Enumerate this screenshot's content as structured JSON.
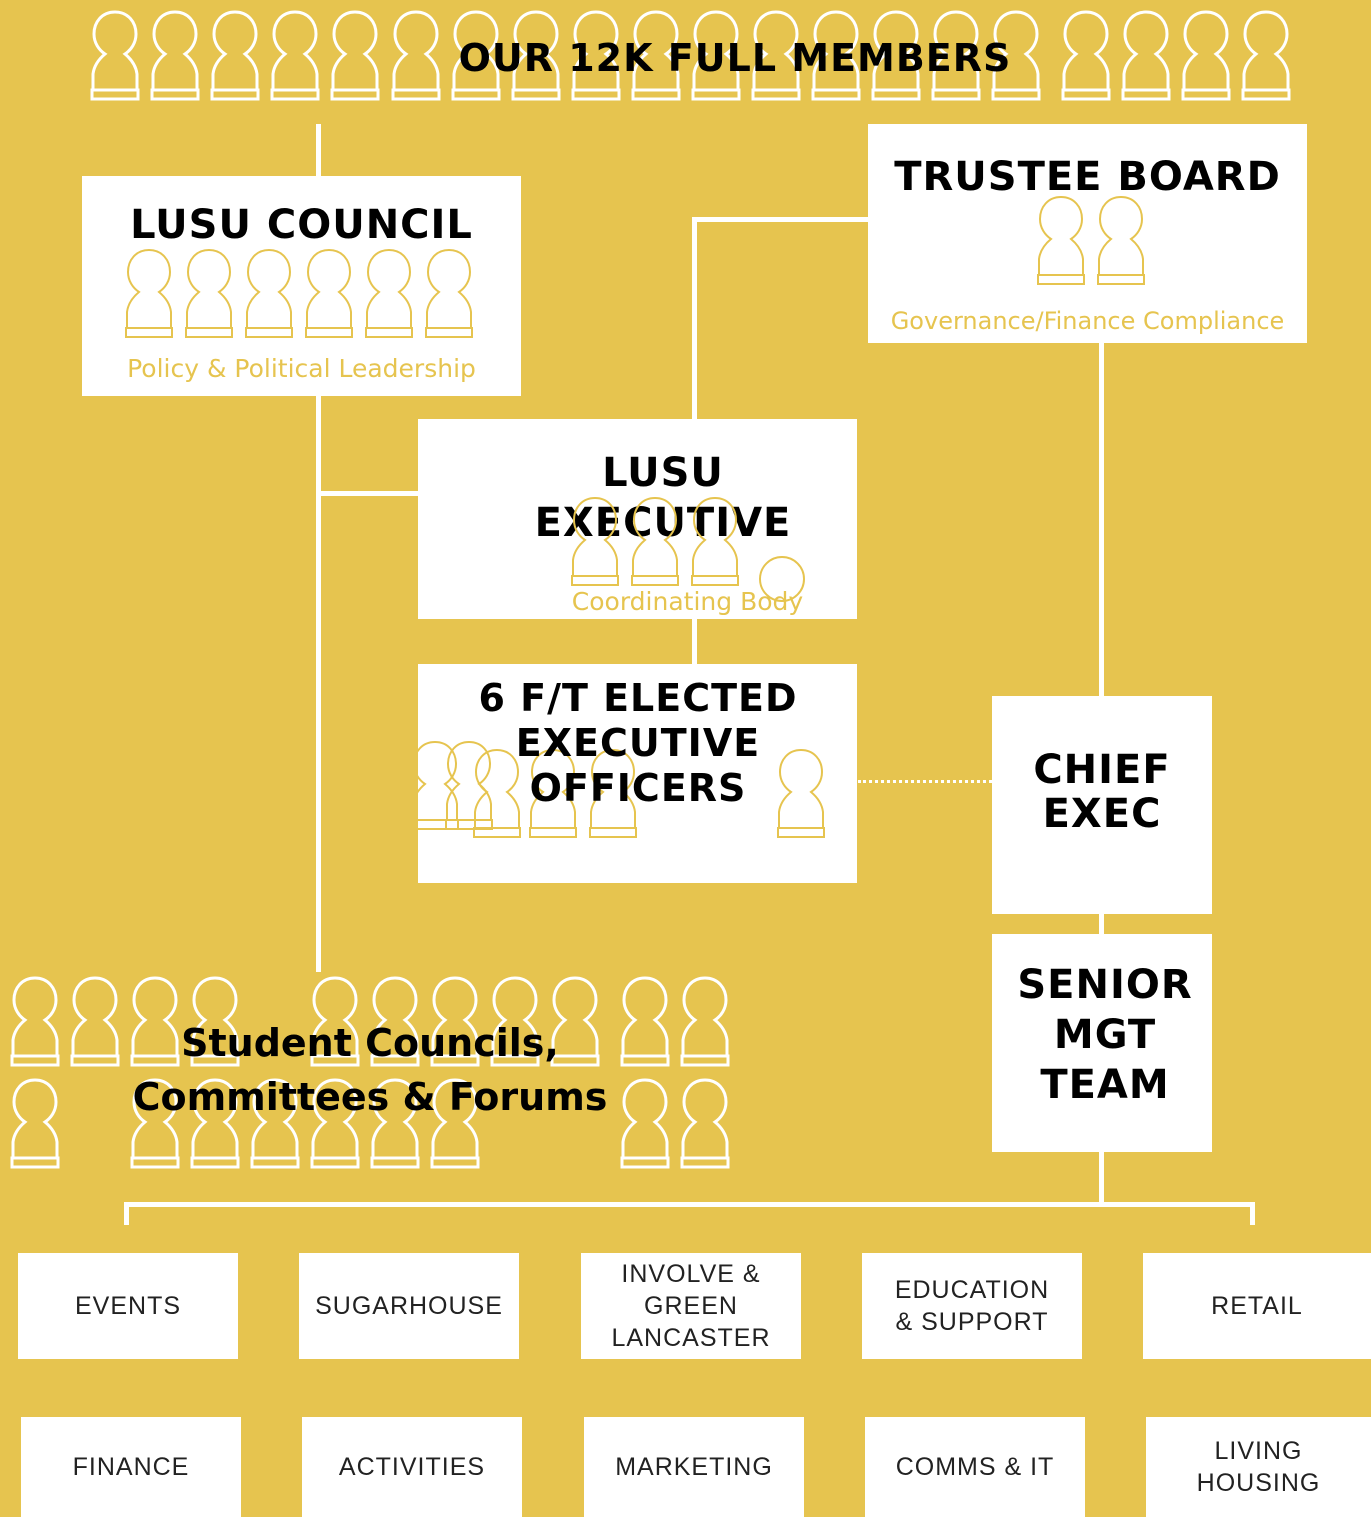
{
  "colors": {
    "background": "#E6C44F",
    "box": "#ffffff",
    "figure_outline": "#E6C44F",
    "figure_outline_top_row": "#ffffff"
  },
  "members": {
    "title": "OUR 12K FULL MEMBERS",
    "icon": "person-icon"
  },
  "council": {
    "title": "LUSU COUNCIL",
    "subtitle": "Policy & Political Leadership"
  },
  "trustee": {
    "title": "TRUSTEE BOARD",
    "subtitle": "Governance/Finance Compliance"
  },
  "executive": {
    "title": "LUSU EXECUTIVE",
    "subtitle": "Coordinating Body"
  },
  "officers": {
    "title": "6 F/T ELECTED EXECUTIVE OFFICERS"
  },
  "chief": {
    "title": "CHIEF EXEC"
  },
  "senior": {
    "title": "SENIOR MGT TEAM"
  },
  "students": {
    "title_line1": "Student Councils,",
    "title_line2": "Committees & Forums"
  },
  "departments_row1": [
    {
      "label": "EVENTS"
    },
    {
      "label": "SUGARHOUSE"
    },
    {
      "label": "INVOLVE &\nGREEN\nLANCASTER"
    },
    {
      "label": "EDUCATION\n& SUPPORT"
    },
    {
      "label": "RETAIL"
    }
  ],
  "departments_row2": [
    {
      "label": "FINANCE"
    },
    {
      "label": "ACTIVITIES"
    },
    {
      "label": "MARKETING"
    },
    {
      "label": "COMMS & IT"
    },
    {
      "label": "LIVING\nHOUSING"
    }
  ]
}
